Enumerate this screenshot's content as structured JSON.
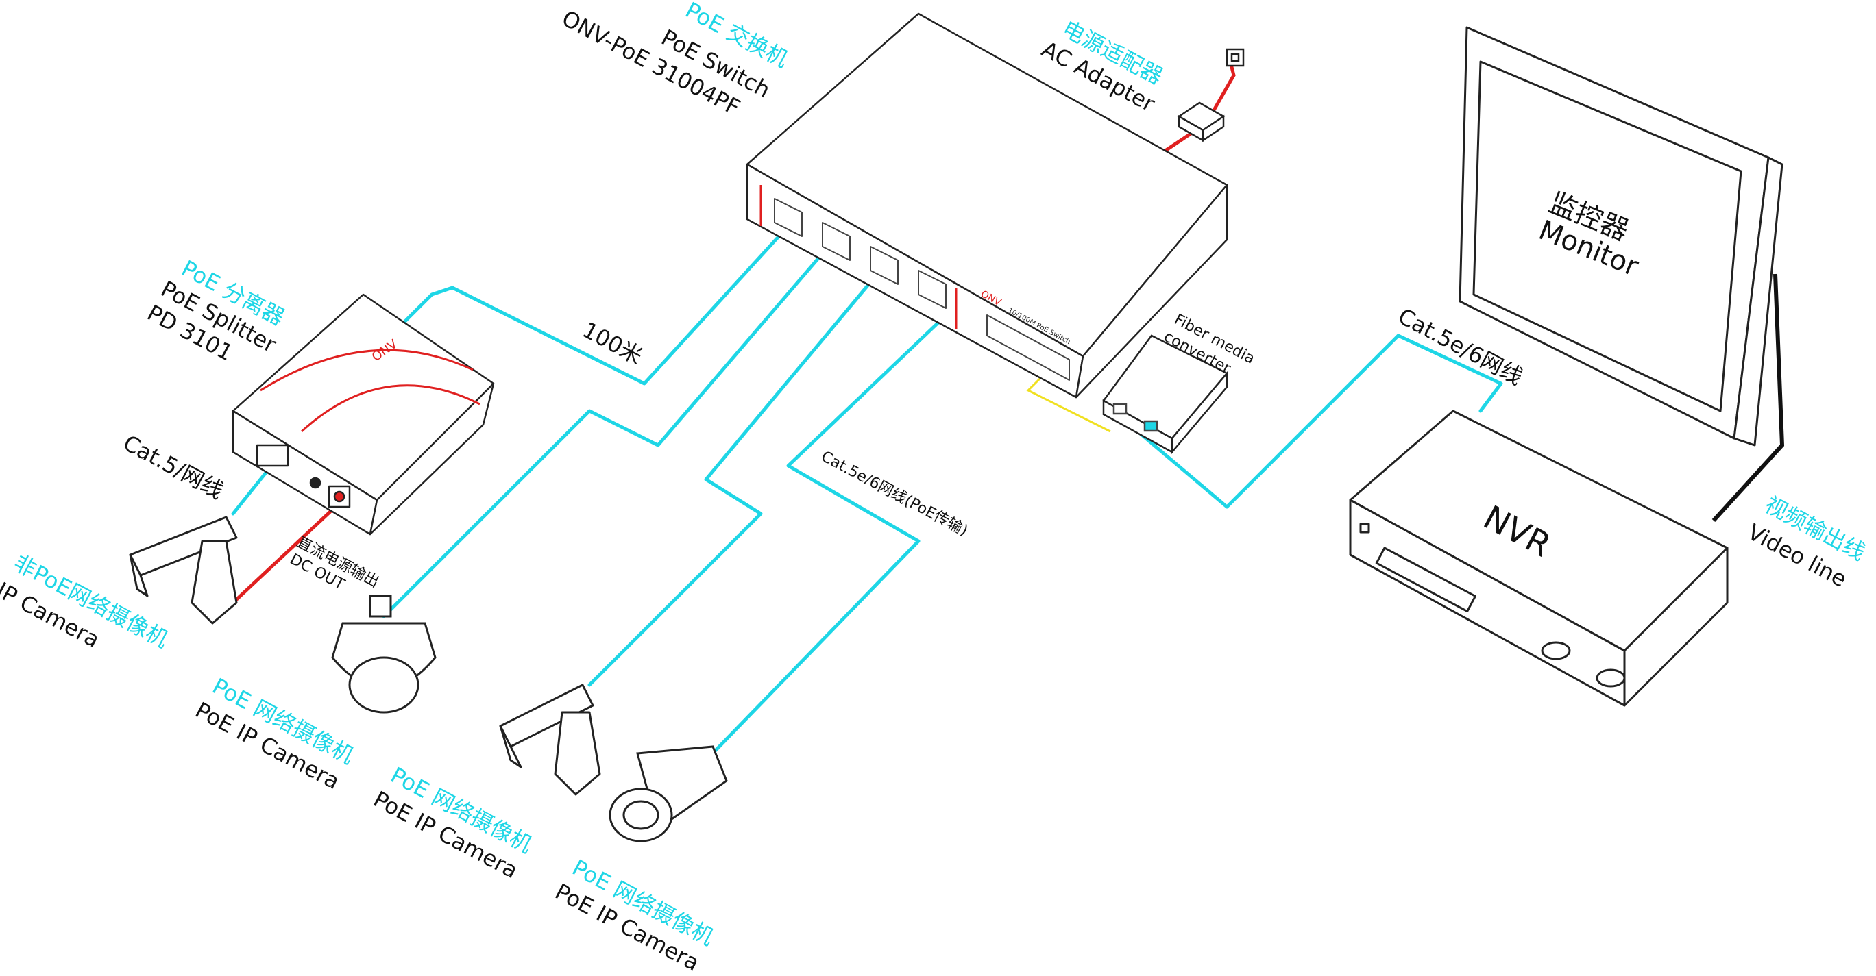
{
  "colors": {
    "cable": "#1ed6e6",
    "power": "#e02020",
    "fiber": "#f0e020",
    "outline": "#222222",
    "accent_red": "#e02020"
  },
  "switch": {
    "cn": "PoE 交换机",
    "en": "PoE Switch",
    "model": "ONV-PoE 31004PF",
    "brand": "ONV",
    "panel_text": "10/100M PoE Switch"
  },
  "adapter": {
    "cn": "电源适配器",
    "en": "AC Adapter"
  },
  "splitter": {
    "cn": "PoE 分离器",
    "en": "PoE Splitter",
    "model": "PD 3101",
    "brand": "ONV",
    "distance": "100米"
  },
  "fiber": {
    "line1": "Fiber media",
    "line2": "converter"
  },
  "monitor": {
    "cn": "监控器",
    "en": "Monitor"
  },
  "nvr": {
    "label": "NVR"
  },
  "cables": {
    "cat5": "Cat.5/网线",
    "cat5e_nvr": "Cat.5e/6网线",
    "cat5e_poe": "Cat.5e/6网线(PoE传输)",
    "dc_cn": "直流电源输出",
    "dc_en": "DC OUT",
    "video_cn": "视频输出线",
    "video_en": "Video line"
  },
  "cameras": [
    {
      "cn": "非PoE网络摄像机",
      "en": "IP Camera"
    },
    {
      "cn": "PoE 网络摄像机",
      "en": "PoE IP Camera"
    },
    {
      "cn": "PoE 网络摄像机",
      "en": "PoE IP Camera"
    },
    {
      "cn": "PoE 网络摄像机",
      "en": "PoE IP Camera"
    }
  ]
}
